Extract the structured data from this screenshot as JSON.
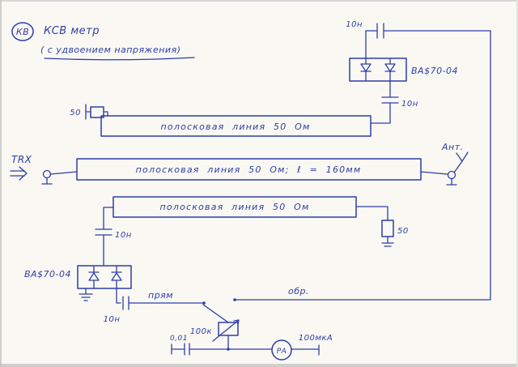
{
  "colors": {
    "ink": "#2e3da8",
    "paper": "#f9f8f3"
  },
  "title": {
    "badge": "КВ",
    "line1": "КСВ метр",
    "line2": "( с удвоением напряжения)"
  },
  "ports": {
    "trx": "TRX",
    "ant": "Ант."
  },
  "striplines": {
    "top": "полосковая линия 50 Ом",
    "main": "полосковая линия 50 Ом; ℓ = 160мм",
    "bottom": "полосковая линия 50 Ом"
  },
  "components": {
    "cap_top": "10н",
    "cap_top_coupling": "10н",
    "diode_pair_top": "ВА$70-04",
    "res_top_term": "50",
    "res_bottom_term": "50",
    "cap_bottom_coupling": "10н",
    "diode_pair_bottom": "ВА$70-04",
    "cap_detector": "10н",
    "pot": "100к",
    "cap_meter": "0,01",
    "meter": "РА",
    "meter_scale": "100мкА"
  },
  "switch": {
    "forward": "прям",
    "reverse": "обр."
  }
}
